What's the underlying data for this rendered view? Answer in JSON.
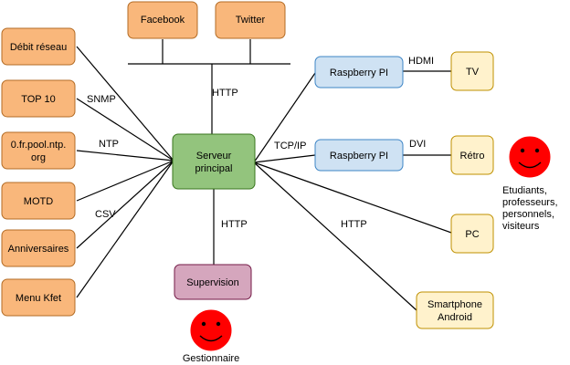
{
  "colors": {
    "orange_fill": "#f9b77b",
    "orange_border": "#b36b24",
    "green_fill": "#93c47d",
    "green_border": "#38761d",
    "blue_fill": "#cfe2f3",
    "blue_border": "#3d85c6",
    "beige_fill": "#fff2cc",
    "beige_border": "#bf9000",
    "pink_fill": "#d5a6bd",
    "pink_border": "#741b47",
    "smiley_fill": "#ff0000"
  },
  "nodes": {
    "facebook": "Facebook",
    "twitter": "Twitter",
    "debit_reseau": "Débit réseau",
    "top10": "TOP 10",
    "ntp_server_line1": "0.fr.pool.ntp.",
    "ntp_server_line2": "org",
    "motd": "MOTD",
    "anniversaires": "Anniversaires",
    "menu_kfet": "Menu Kfet",
    "serveur_line1": "Serveur",
    "serveur_line2": "principal",
    "supervision": "Supervision",
    "raspberry1": "Raspberry PI",
    "raspberry2": "Raspberry PI",
    "tv": "TV",
    "retro": "Rétro",
    "pc": "PC",
    "smartphone_line1": "Smartphone",
    "smartphone_line2": "Android"
  },
  "edge_labels": {
    "http_top": "HTTP",
    "snmp": "SNMP",
    "ntp": "NTP",
    "csv": "CSV",
    "http_supervision": "HTTP",
    "hdmi": "HDMI",
    "tcpip": "TCP/IP",
    "dvi": "DVI",
    "http_right": "HTTP"
  },
  "actors": {
    "users_line1": "Etudiants,",
    "users_line2": "professeurs,",
    "users_line3": "personnels,",
    "users_line4": "visiteurs",
    "admin": "Gestionnaire"
  }
}
